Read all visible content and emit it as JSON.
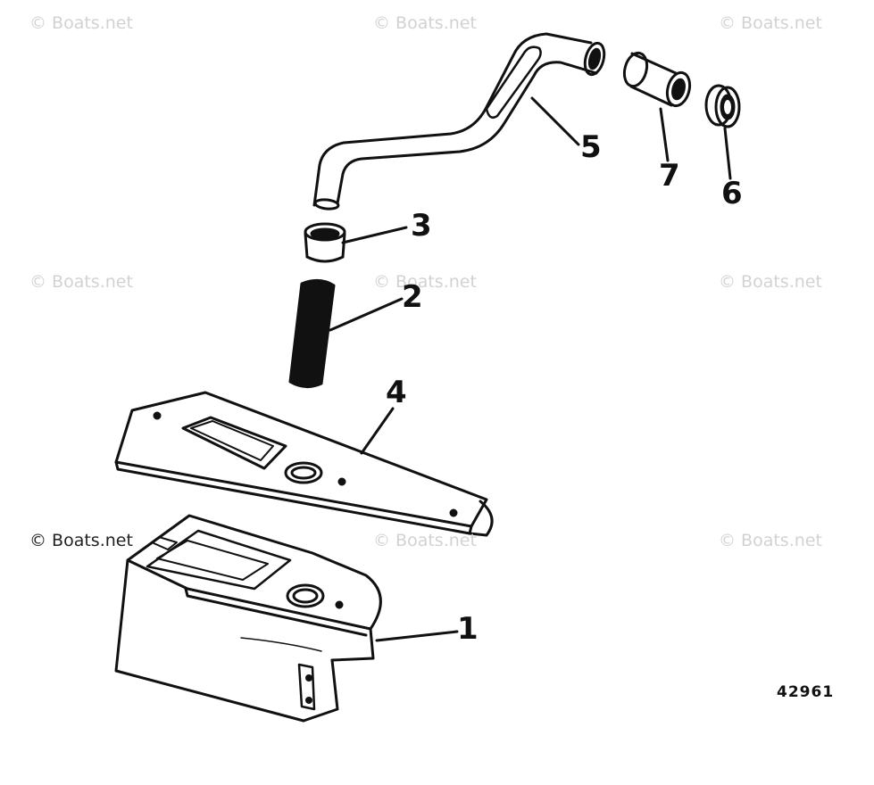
{
  "watermark": {
    "text": "© Boats.net",
    "dark_text": "© Boats.net"
  },
  "callouts": {
    "c1": "1",
    "c2": "2",
    "c3": "3",
    "c4": "4",
    "c5": "5",
    "c6": "6",
    "c7": "7"
  },
  "figure_number": "42961"
}
